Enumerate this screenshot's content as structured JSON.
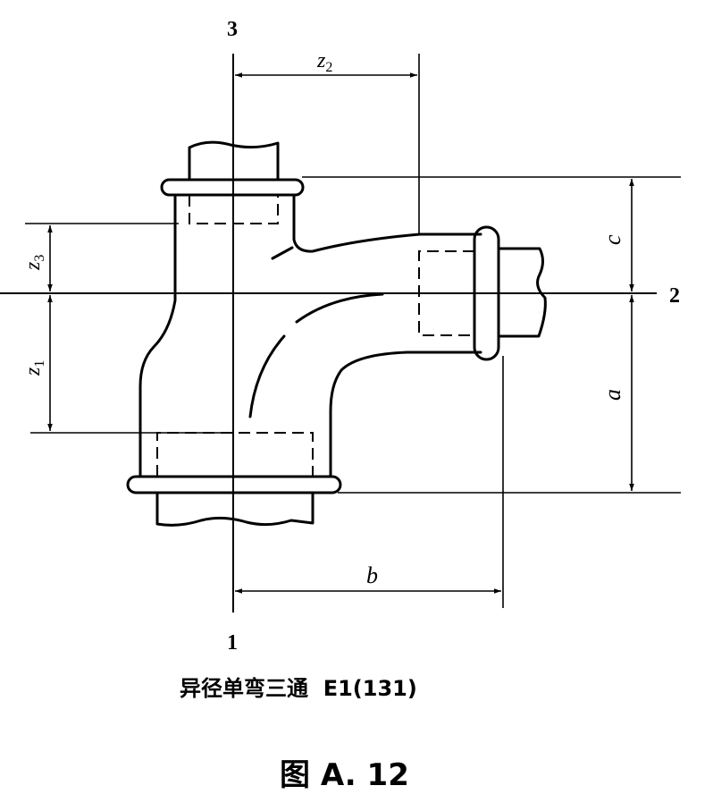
{
  "diagram": {
    "axis_labels": {
      "axis1": "1",
      "axis2": "2",
      "axis3": "3"
    },
    "dimensions": {
      "z2": {
        "letter": "z",
        "sub": "2"
      },
      "z3": {
        "letter": "z",
        "sub": "3"
      },
      "z1": {
        "letter": "z",
        "sub": "1"
      },
      "c": "c",
      "a": "a",
      "b": "b"
    },
    "caption": "异径单弯三通  E1(131)",
    "figure_title": "图 A. 12"
  }
}
